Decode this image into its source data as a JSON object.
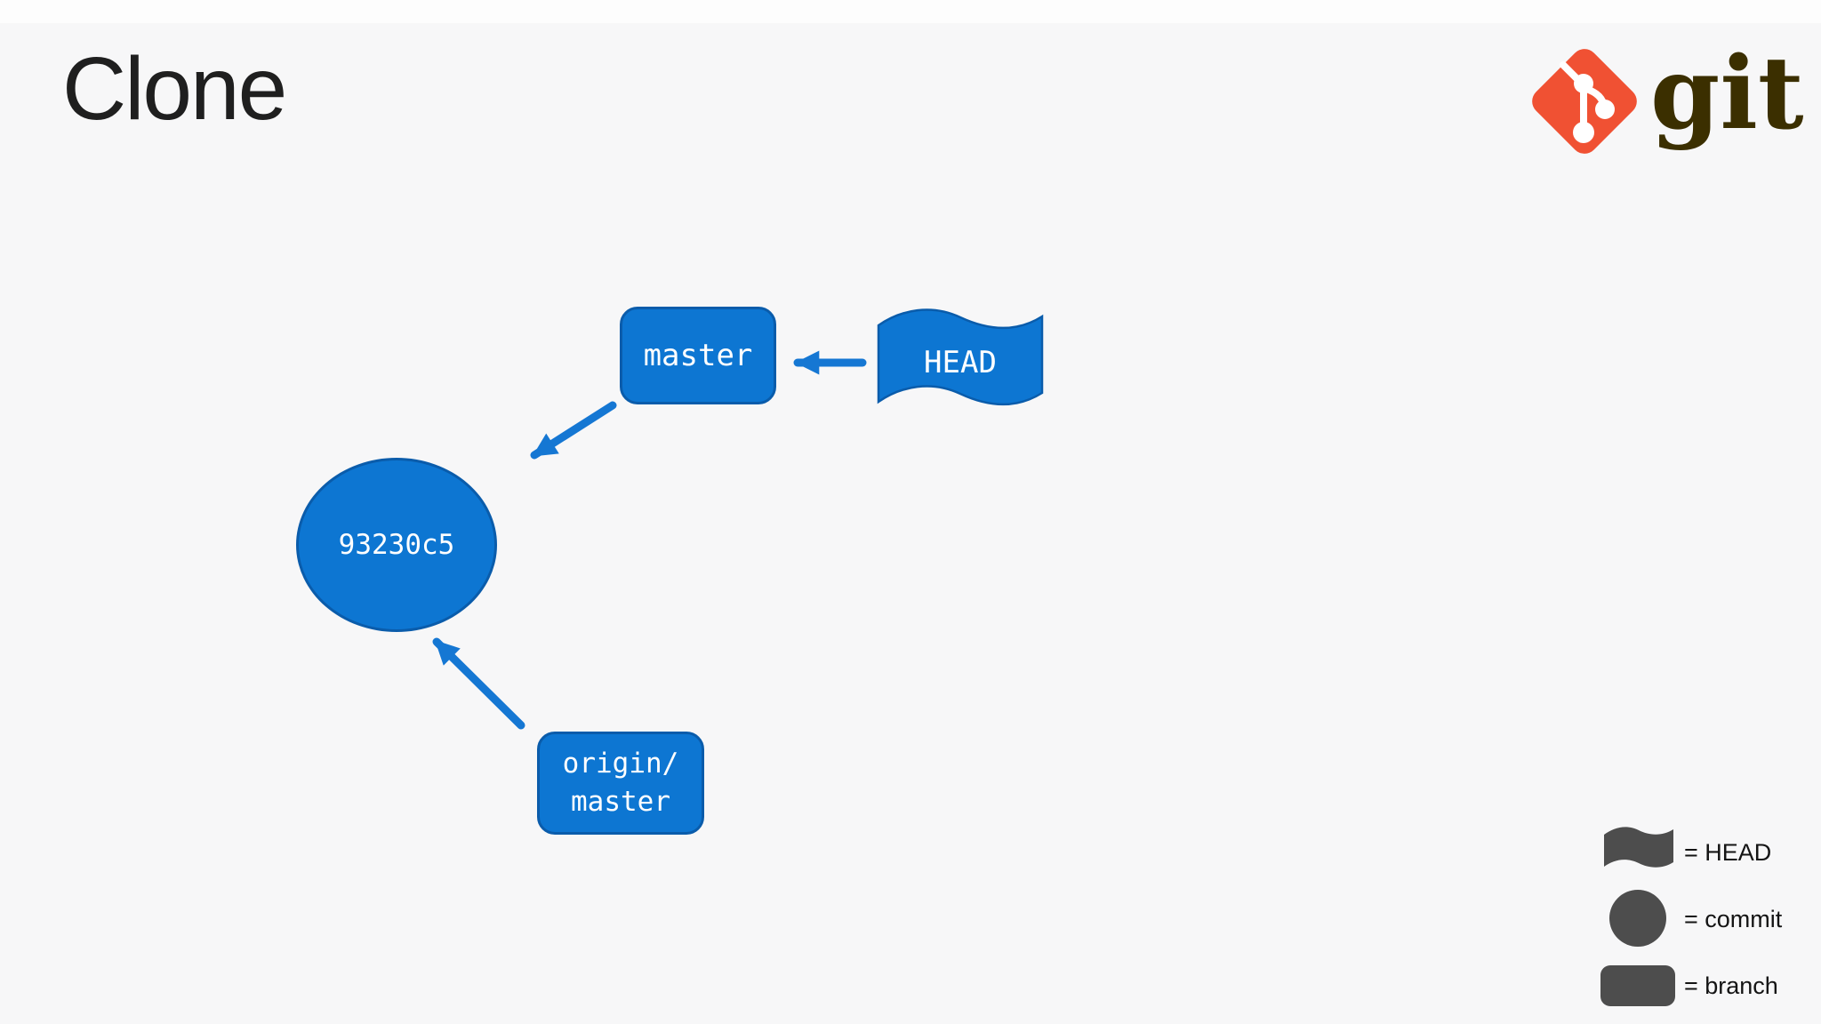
{
  "colors": {
    "bg": "#f7f7f8",
    "topbar": "#fdfdfd",
    "title": "#1f1f1f",
    "accent": "#0d76d2",
    "accent-border": "#0a5cab",
    "arrow": "#1577d3",
    "node-text": "#ffffff",
    "legend-shape": "#4d4d4d",
    "legend-text": "#141414",
    "logo-diamond": "#f05133",
    "logo-text": "#3b2f00"
  },
  "header": {
    "title": "Clone",
    "logo_text": "git"
  },
  "diagram": {
    "master_branch": {
      "label": "master"
    },
    "head": {
      "label": "HEAD"
    },
    "commit": {
      "label": "93230c5"
    },
    "origin_branch": {
      "label": "origin/\nmaster"
    }
  },
  "legend": {
    "items": [
      {
        "icon": "flag",
        "label": "= HEAD"
      },
      {
        "icon": "circle",
        "label": "= commit"
      },
      {
        "icon": "rounded-rect",
        "label": "= branch"
      }
    ]
  }
}
